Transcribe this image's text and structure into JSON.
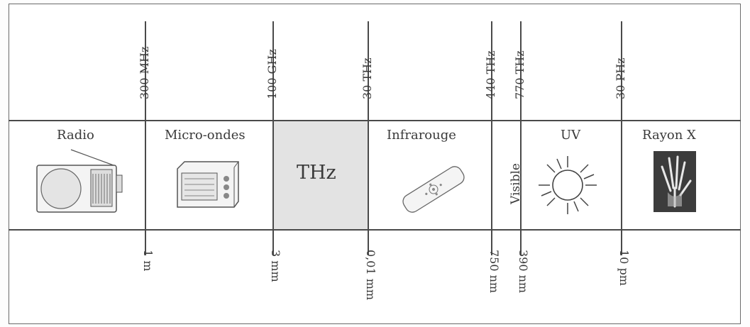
{
  "frequency_ticks": [
    "300 MHz",
    "100 GHz",
    "30 THz",
    "440 THz",
    "770 THz",
    "30 PHz"
  ],
  "wavelength_ticks": [
    "1 m",
    "3 mm",
    "0,01 mm",
    "750 nm",
    "390 nm",
    "10 pm"
  ],
  "bands": {
    "radio": "Radio",
    "microwave": "Micro-ondes",
    "thz": "THz",
    "infrared": "Infrarouge",
    "visible": "Visible",
    "uv": "UV",
    "xray": "Rayon X"
  },
  "icons": {
    "radio": "radio-icon",
    "microwave": "microwave-oven-icon",
    "infrared": "remote-control-icon",
    "uv": "sun-icon",
    "xray": "xray-hand-icon"
  },
  "colors": {
    "thz_band": "#e3e3e3",
    "xray_background": "#3c3c3c"
  }
}
